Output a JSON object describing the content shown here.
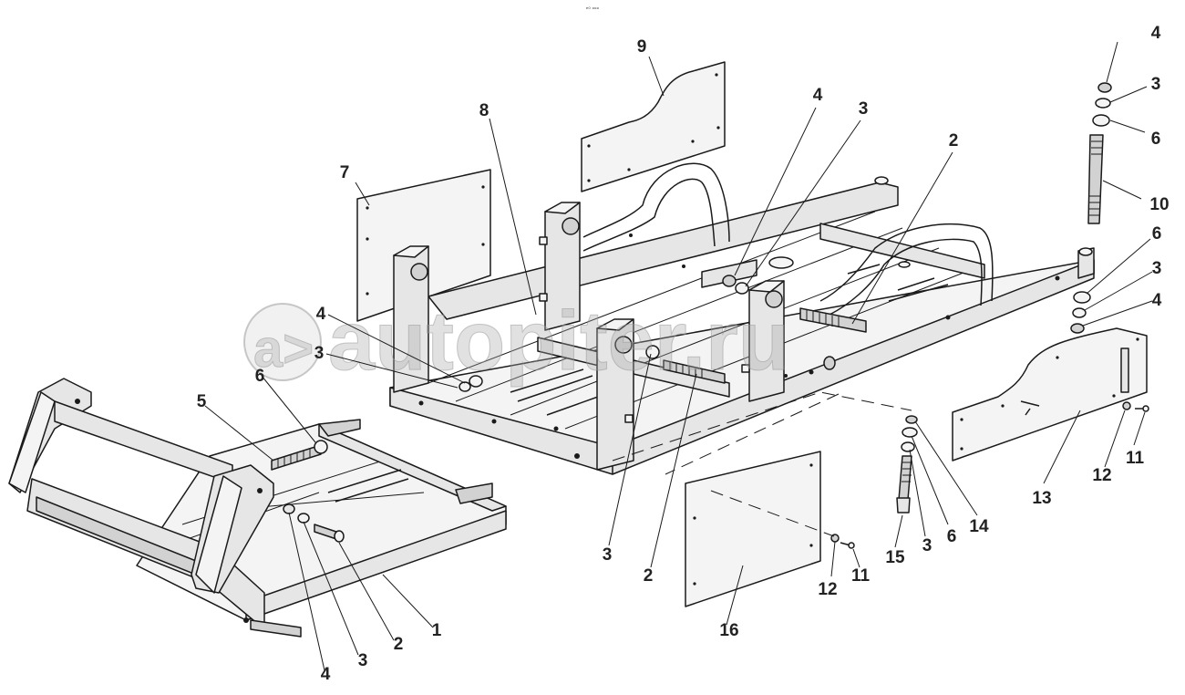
{
  "header": {
    "code": "ᵉ⁰ ᵒᵒᵒ"
  },
  "watermark": {
    "text": "autopiter.ru",
    "logo_glyph": "a>"
  },
  "callouts": {
    "c9": "9",
    "c8": "8",
    "c7": "7",
    "c4_top": "4",
    "c3_top": "3",
    "c2_top": "2",
    "c4_tr": "4",
    "c3_tr": "3",
    "c6_tr": "6",
    "c10": "10",
    "c6_r": "6",
    "c3_r": "3",
    "c4_r": "4",
    "c4_l": "4",
    "c3_l": "3",
    "c5": "5",
    "c6_l": "6",
    "c3_mid": "3",
    "c2_mid": "2",
    "c1": "1",
    "c2_bot": "2",
    "c3_bot": "3",
    "c4_bot": "4",
    "c13": "13",
    "c12_r": "12",
    "c11_r": "11",
    "c14": "14",
    "c6_b": "6",
    "c3_b": "3",
    "c15": "15",
    "c12_b": "12",
    "c11_b": "11",
    "c16": "16"
  },
  "colors": {
    "line": "#1a1a1a",
    "panel": "#f4f4f4",
    "watermark": "#aaaaaa"
  }
}
